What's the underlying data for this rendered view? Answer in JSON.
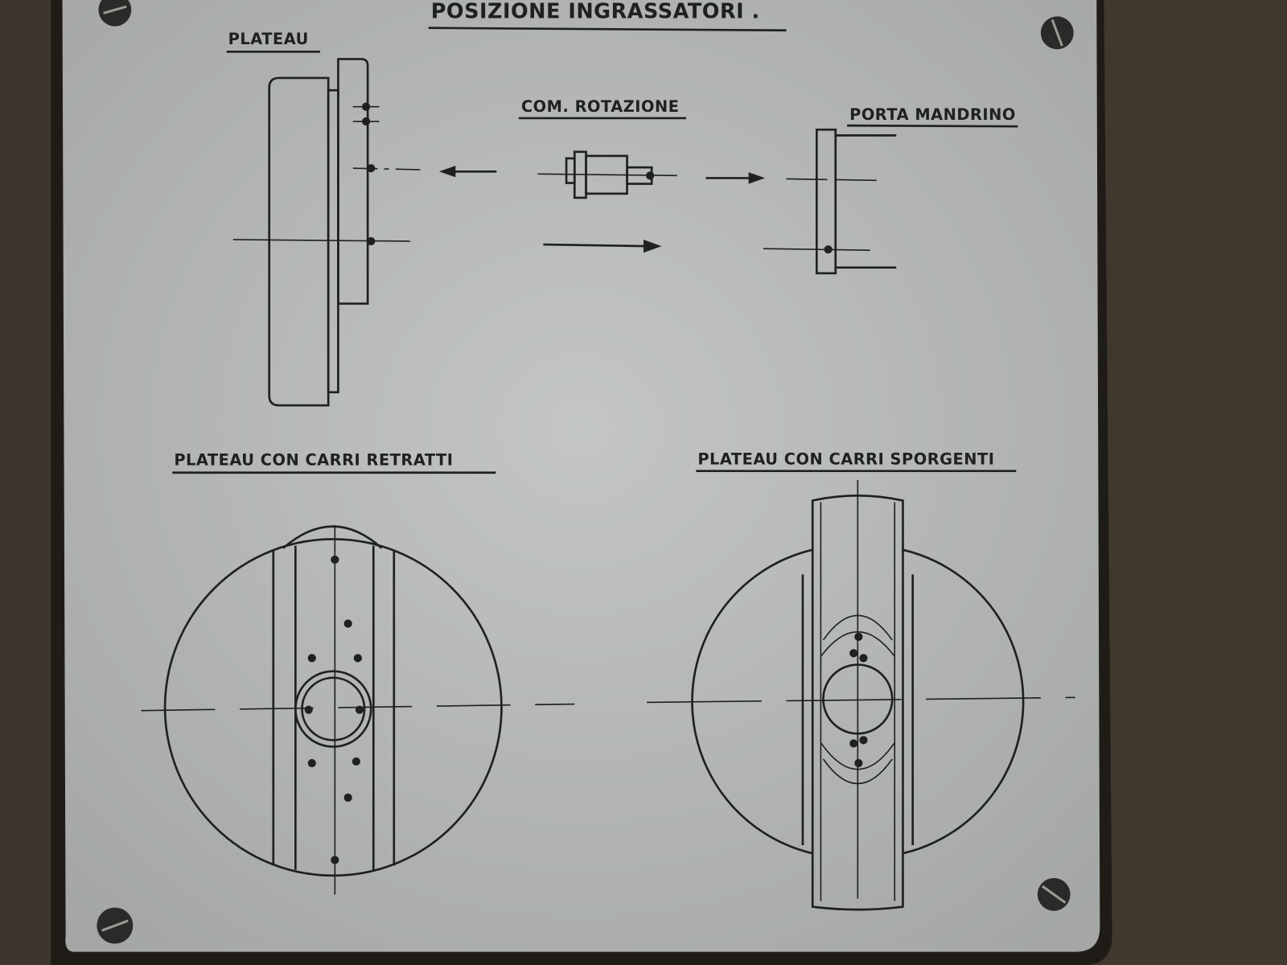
{
  "plate": {
    "title": "POSIZIONE INGRASSATORI .",
    "sections": {
      "plateau": "PLATEAU",
      "com_rotazione": "COM. ROTAZIONE",
      "porta_mandrino": "PORTA MANDRINO",
      "carri_retratti": "PLATEAU CON CARRI RETRATTI",
      "carri_sporgenti": "PLATEAU CON CARRI SPORGENTI"
    }
  },
  "colors": {
    "plate": "#b4b7b5",
    "frame": "#3d362d",
    "ink": "#1e2022"
  }
}
